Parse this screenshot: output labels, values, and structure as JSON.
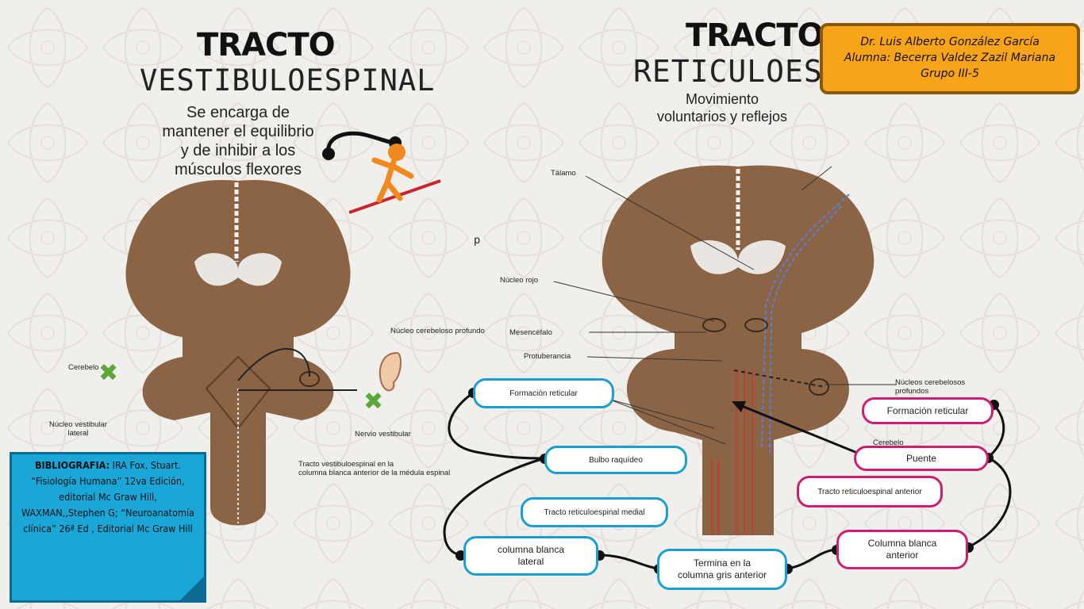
{
  "left": {
    "title_bold": "TRACTO",
    "title_thin": "VESTIBULOESPINAL",
    "description": [
      "Se encarga de",
      "mantener el equilibrio",
      "y de inhibir a los",
      "músculos flexores"
    ],
    "labels": {
      "nucleo_cerebeloso": "Núcleo cerebeloso profundo",
      "cerebelo": "Cerebelo",
      "nucleo_vestibular": "Núcleo vestibular\nlateral",
      "nervio_vestibular": "Nervio vestibular",
      "tracto": "Tracto vestibuloespinal en la\ncolumna blanca anterior de la médula espinal"
    }
  },
  "right": {
    "title_bold": "TRACTO",
    "title_thin": "RETICULOESPINAL",
    "description": [
      "Movimiento",
      "voluntarios y reflejos"
    ],
    "stray": "p",
    "labels": {
      "talamo": "Tálamo",
      "nucleo_rojo": "Núcleo rojo",
      "mesencefalo": "Mesencéfalo",
      "protuberancia": "Protuberancia",
      "nucleos_cerebelosos": "Núcleos cerebelosos\nprofundos",
      "cerebelo": "Cerebelo"
    },
    "boxes": {
      "formacion_reticular_blue": "Formación reticular",
      "bulbo": "Bulbo raquídeo",
      "medial": "Tracto reticuloespinal medial",
      "lateral": "columna blanca\nlateral",
      "termina": "Termina en la\ncolumna gris anterior",
      "anterior_col": "Columna blanca\nanterior",
      "anterior_tract": "Tracto reticuloespinal anterior",
      "puente": "Puente",
      "formacion_reticular_pink": "Formación reticular"
    }
  },
  "credits": {
    "doctor": "Dr. Luis Alberto González García",
    "student": "Alumna: Becerra Valdez Zazil Mariana",
    "group": "Grupo III-5"
  },
  "bibliography": {
    "label": "BIBLIOGRAFIA:",
    "text": " IRA Fox, Stuart. “Fisiología Humana” 12va Edición, editorial Mc Graw Hill, WAXMAN,,Stephen G; “Neuroanatomía clínica” 26ª Ed , Editorial Mc Graw Hill"
  },
  "colors": {
    "brain": "#8b6445",
    "credit_bg": "#f7a418",
    "bib_bg": "#1aa7d8",
    "blue_box": "#1b9fd0",
    "pink_box": "#cc1f74"
  }
}
